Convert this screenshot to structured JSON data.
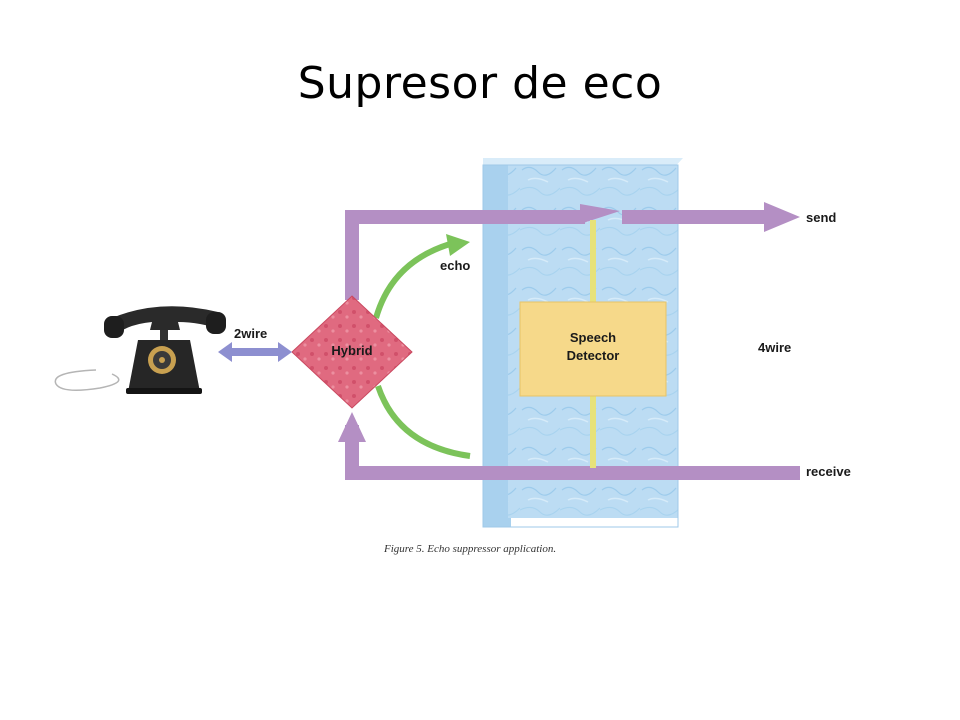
{
  "slide": {
    "title": "Supresor de eco"
  },
  "diagram": {
    "labels": {
      "two_wire": "2wire",
      "hybrid": "Hybrid",
      "echo": "echo",
      "speech_line1": "Speech",
      "speech_line2": "Detector",
      "four_wire": "4wire",
      "send": "send",
      "receive": "receive"
    },
    "caption": "Figure 5. Echo suppressor application.",
    "colors": {
      "wire_purple": "#b48fc4",
      "suppressor_blue": "#bcdcf3",
      "hybrid_red": "#e0607a",
      "detector_yellow": "#f6d98a",
      "echo_green": "#7cc35a",
      "link_yellow": "#e7e27a",
      "two_wire_arrow": "#8d8fd0"
    },
    "icons": [
      "telephone-icon"
    ]
  }
}
